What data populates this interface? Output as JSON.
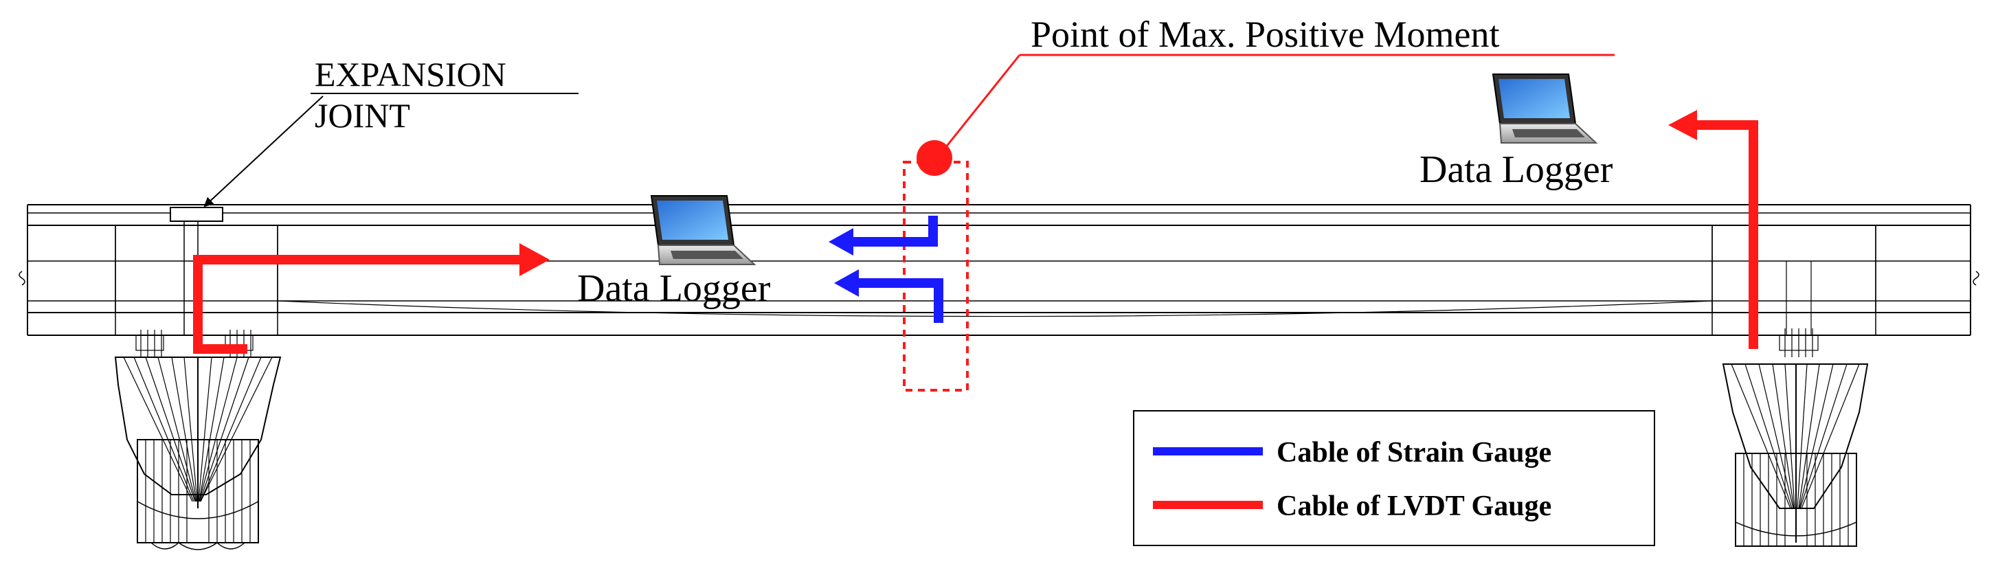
{
  "labels": {
    "expansion_joint_line1": "EXPANSION",
    "expansion_joint_line2": "JOINT",
    "max_moment": "Point of Max. Positive Moment",
    "data_logger_left": "Data Logger",
    "data_logger_right": "Data Logger"
  },
  "legend": {
    "items": [
      {
        "label": "Cable of Strain Gauge",
        "color": "#1a1aff"
      },
      {
        "label": "Cable of LVDT Gauge",
        "color": "#ff1a1a"
      }
    ]
  },
  "colors": {
    "strain_cable": "#1a1aff",
    "lvdt_cable": "#ff1a1a",
    "line": "#000000"
  },
  "icons": {
    "logger": "laptop-icon",
    "marker": "red-dot-marker"
  }
}
